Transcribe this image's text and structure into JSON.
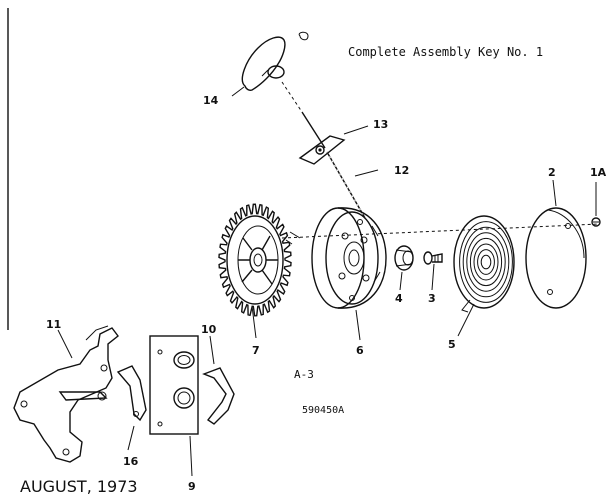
{
  "header": {
    "title": "Complete Assembly Key No. 1"
  },
  "footer": {
    "date": "AUGUST, 1973",
    "drawing_id": "590450A",
    "view_label": "A-3"
  },
  "parts": [
    {
      "id": "part-1a",
      "label": "1A"
    },
    {
      "id": "part-2",
      "label": "2"
    },
    {
      "id": "part-3",
      "label": "3"
    },
    {
      "id": "part-4",
      "label": "4"
    },
    {
      "id": "part-5",
      "label": "5"
    },
    {
      "id": "part-6",
      "label": "6"
    },
    {
      "id": "part-7",
      "label": "7"
    },
    {
      "id": "part-9",
      "label": "9"
    },
    {
      "id": "part-10",
      "label": "10"
    },
    {
      "id": "part-11",
      "label": "11"
    },
    {
      "id": "part-12",
      "label": "12"
    },
    {
      "id": "part-13",
      "label": "13"
    },
    {
      "id": "part-14",
      "label": "14"
    },
    {
      "id": "part-16",
      "label": "16"
    }
  ]
}
